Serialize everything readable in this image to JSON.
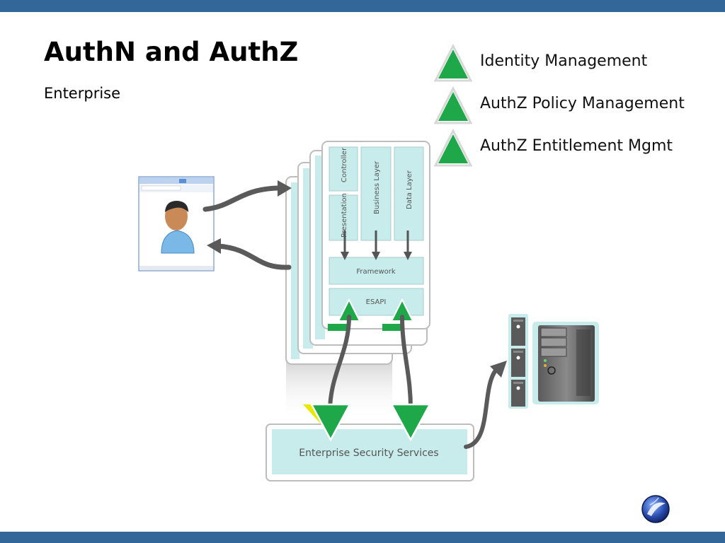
{
  "slide": {
    "title": "AuthN and AuthZ",
    "subtitle": "Enterprise"
  },
  "legend": [
    {
      "label": "Identity Management",
      "color": "#1ea84a"
    },
    {
      "label": "AuthZ Policy Management",
      "color": "#1ea84a"
    },
    {
      "label": "AuthZ Entitlement Mgmt",
      "color": "#1ea84a"
    }
  ],
  "app_stack": {
    "layers": {
      "controller": "Controller",
      "business": "Business Layer",
      "data": "Data Layer",
      "presentation": "Presentation",
      "framework": "Framework",
      "esapi": "ESAPI"
    }
  },
  "services": {
    "label": "Enterprise Security Services"
  },
  "colors": {
    "bar": "#336699",
    "layer_fill": "#c8ecec",
    "triangle_green": "#1ea84a",
    "arrow_gray": "#555555"
  },
  "icons": [
    "browser-window-icon",
    "user-icon",
    "server-rack-icon",
    "tower-pc-icon",
    "logo-icon"
  ]
}
